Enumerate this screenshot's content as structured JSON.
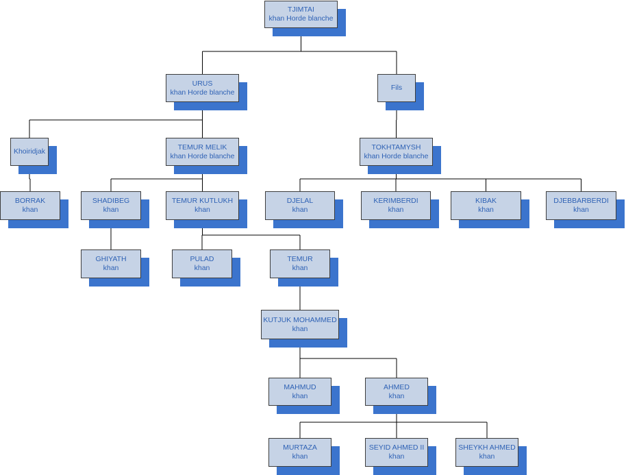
{
  "nodes": {
    "tjimtai": {
      "name": "TJIMTAI",
      "title": "khan Horde blanche"
    },
    "urus": {
      "name": "URUS",
      "title": "khan Horde blanche"
    },
    "fils": {
      "name": "Fils",
      "title": ""
    },
    "khoiridjak": {
      "name": "Khoiridjak",
      "title": ""
    },
    "temur-melik": {
      "name": "TEMUR MELIK",
      "title": "khan Horde blanche"
    },
    "tokhtamysh": {
      "name": "TOKHTAMYSH",
      "title": "khan Horde blanche"
    },
    "borrak": {
      "name": "BORRAK",
      "title": "khan"
    },
    "shadibeg": {
      "name": "SHADIBEG",
      "title": "khan"
    },
    "temur-kutlukh": {
      "name": "TEMUR KUTLUKH",
      "title": "khan"
    },
    "djelal": {
      "name": "DJELAL",
      "title": "khan"
    },
    "kerimberdi": {
      "name": "KERIMBERDI",
      "title": "khan"
    },
    "kibak": {
      "name": "KIBAK",
      "title": "khan"
    },
    "djebbarberdi": {
      "name": "DJEBBARBERDI",
      "title": "khan"
    },
    "ghiyath": {
      "name": "GHIYATH",
      "title": "khan"
    },
    "pulad": {
      "name": "PULAD",
      "title": "khan"
    },
    "temur": {
      "name": "TEMUR",
      "title": "khan"
    },
    "kutjuk-mohammed": {
      "name": "KUTJUK MOHAMMED",
      "title": "khan"
    },
    "mahmud": {
      "name": "MAHMUD",
      "title": "khan"
    },
    "ahmed": {
      "name": "AHMED",
      "title": "khan"
    },
    "murtaza": {
      "name": "MURTAZA",
      "title": "khan"
    },
    "seyid-ahmed-ii": {
      "name": "SEYID AHMED II",
      "title": "khan"
    },
    "sheykh-ahmed": {
      "name": "SHEYKH AHMED",
      "title": "khan"
    }
  },
  "edges": [
    [
      "tjimtai",
      "urus"
    ],
    [
      "tjimtai",
      "fils"
    ],
    [
      "urus",
      "khoiridjak"
    ],
    [
      "urus",
      "temur-melik"
    ],
    [
      "fils",
      "tokhtamysh"
    ],
    [
      "khoiridjak",
      "borrak"
    ],
    [
      "temur-melik",
      "shadibeg"
    ],
    [
      "temur-melik",
      "temur-kutlukh"
    ],
    [
      "tokhtamysh",
      "djelal"
    ],
    [
      "tokhtamysh",
      "kerimberdi"
    ],
    [
      "tokhtamysh",
      "kibak"
    ],
    [
      "tokhtamysh",
      "djebbarberdi"
    ],
    [
      "shadibeg",
      "ghiyath"
    ],
    [
      "temur-kutlukh",
      "pulad"
    ],
    [
      "temur-kutlukh",
      "temur"
    ],
    [
      "temur",
      "kutjuk-mohammed"
    ],
    [
      "kutjuk-mohammed",
      "mahmud"
    ],
    [
      "kutjuk-mohammed",
      "ahmed"
    ],
    [
      "ahmed",
      "murtaza"
    ],
    [
      "ahmed",
      "seyid-ahmed-ii"
    ],
    [
      "ahmed",
      "sheykh-ahmed"
    ]
  ]
}
